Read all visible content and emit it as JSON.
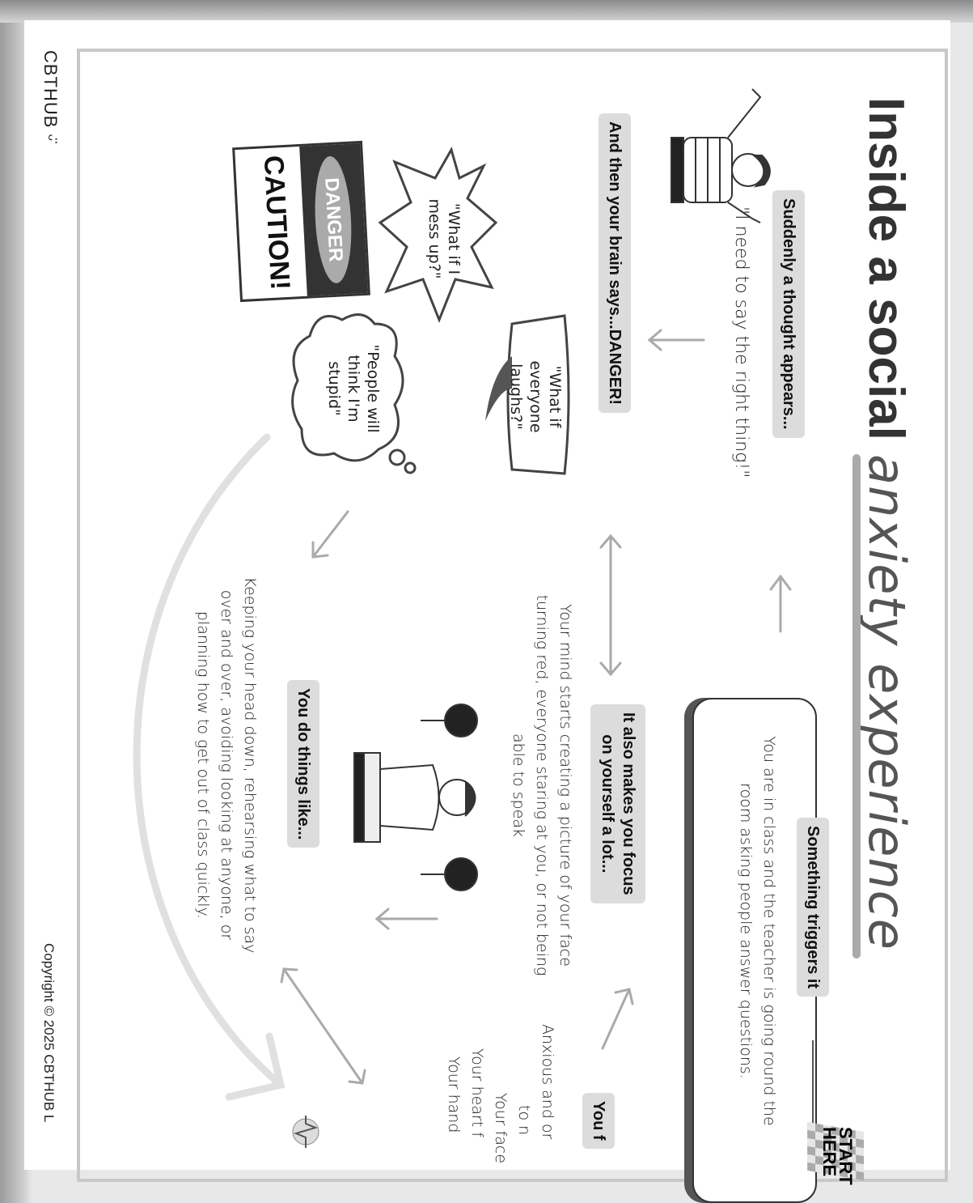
{
  "title": {
    "part1": "Inside a social ",
    "part2": "anxiety experience"
  },
  "steps": {
    "trigger": {
      "label": "Something triggers it",
      "text": "You are in class and the teacher is going round the room asking people answer questions.",
      "flag": "START HERE"
    },
    "thought": {
      "label": "Suddenly a thought appears...",
      "quote": "\"I need to say the right thing!\""
    },
    "danger": {
      "label": "And then your brain says...DANGER!"
    },
    "focus": {
      "label_line1": "It also makes you focus",
      "label_line2": "on yourself a lot...",
      "text": "Your mind starts creating a picture of your face turning red, everyone staring at you, or not being able to speak"
    },
    "behaviours": {
      "label": "You do things like...",
      "text": "Keeping your head down, rehearsing what to say over and over, avoiding looking at anyone, or planning how to get out of class quickly."
    },
    "feelings": {
      "label": "You f",
      "lines": [
        "Anxious and or",
        "to n",
        "Your face",
        "Your heart f",
        "Your hand"
      ]
    }
  },
  "bubbles": {
    "mess_up": "\"What if I mess up?\"",
    "laughs": "\"What if everyone laughs?\"",
    "stupid": "\"People will think I'm stupid\""
  },
  "sign": {
    "top": "DANGER",
    "bottom": "CAUTION!"
  },
  "footer": {
    "logo": "CBTHUB",
    "copyright": "Copyright © 2025 CBTHUB L"
  }
}
